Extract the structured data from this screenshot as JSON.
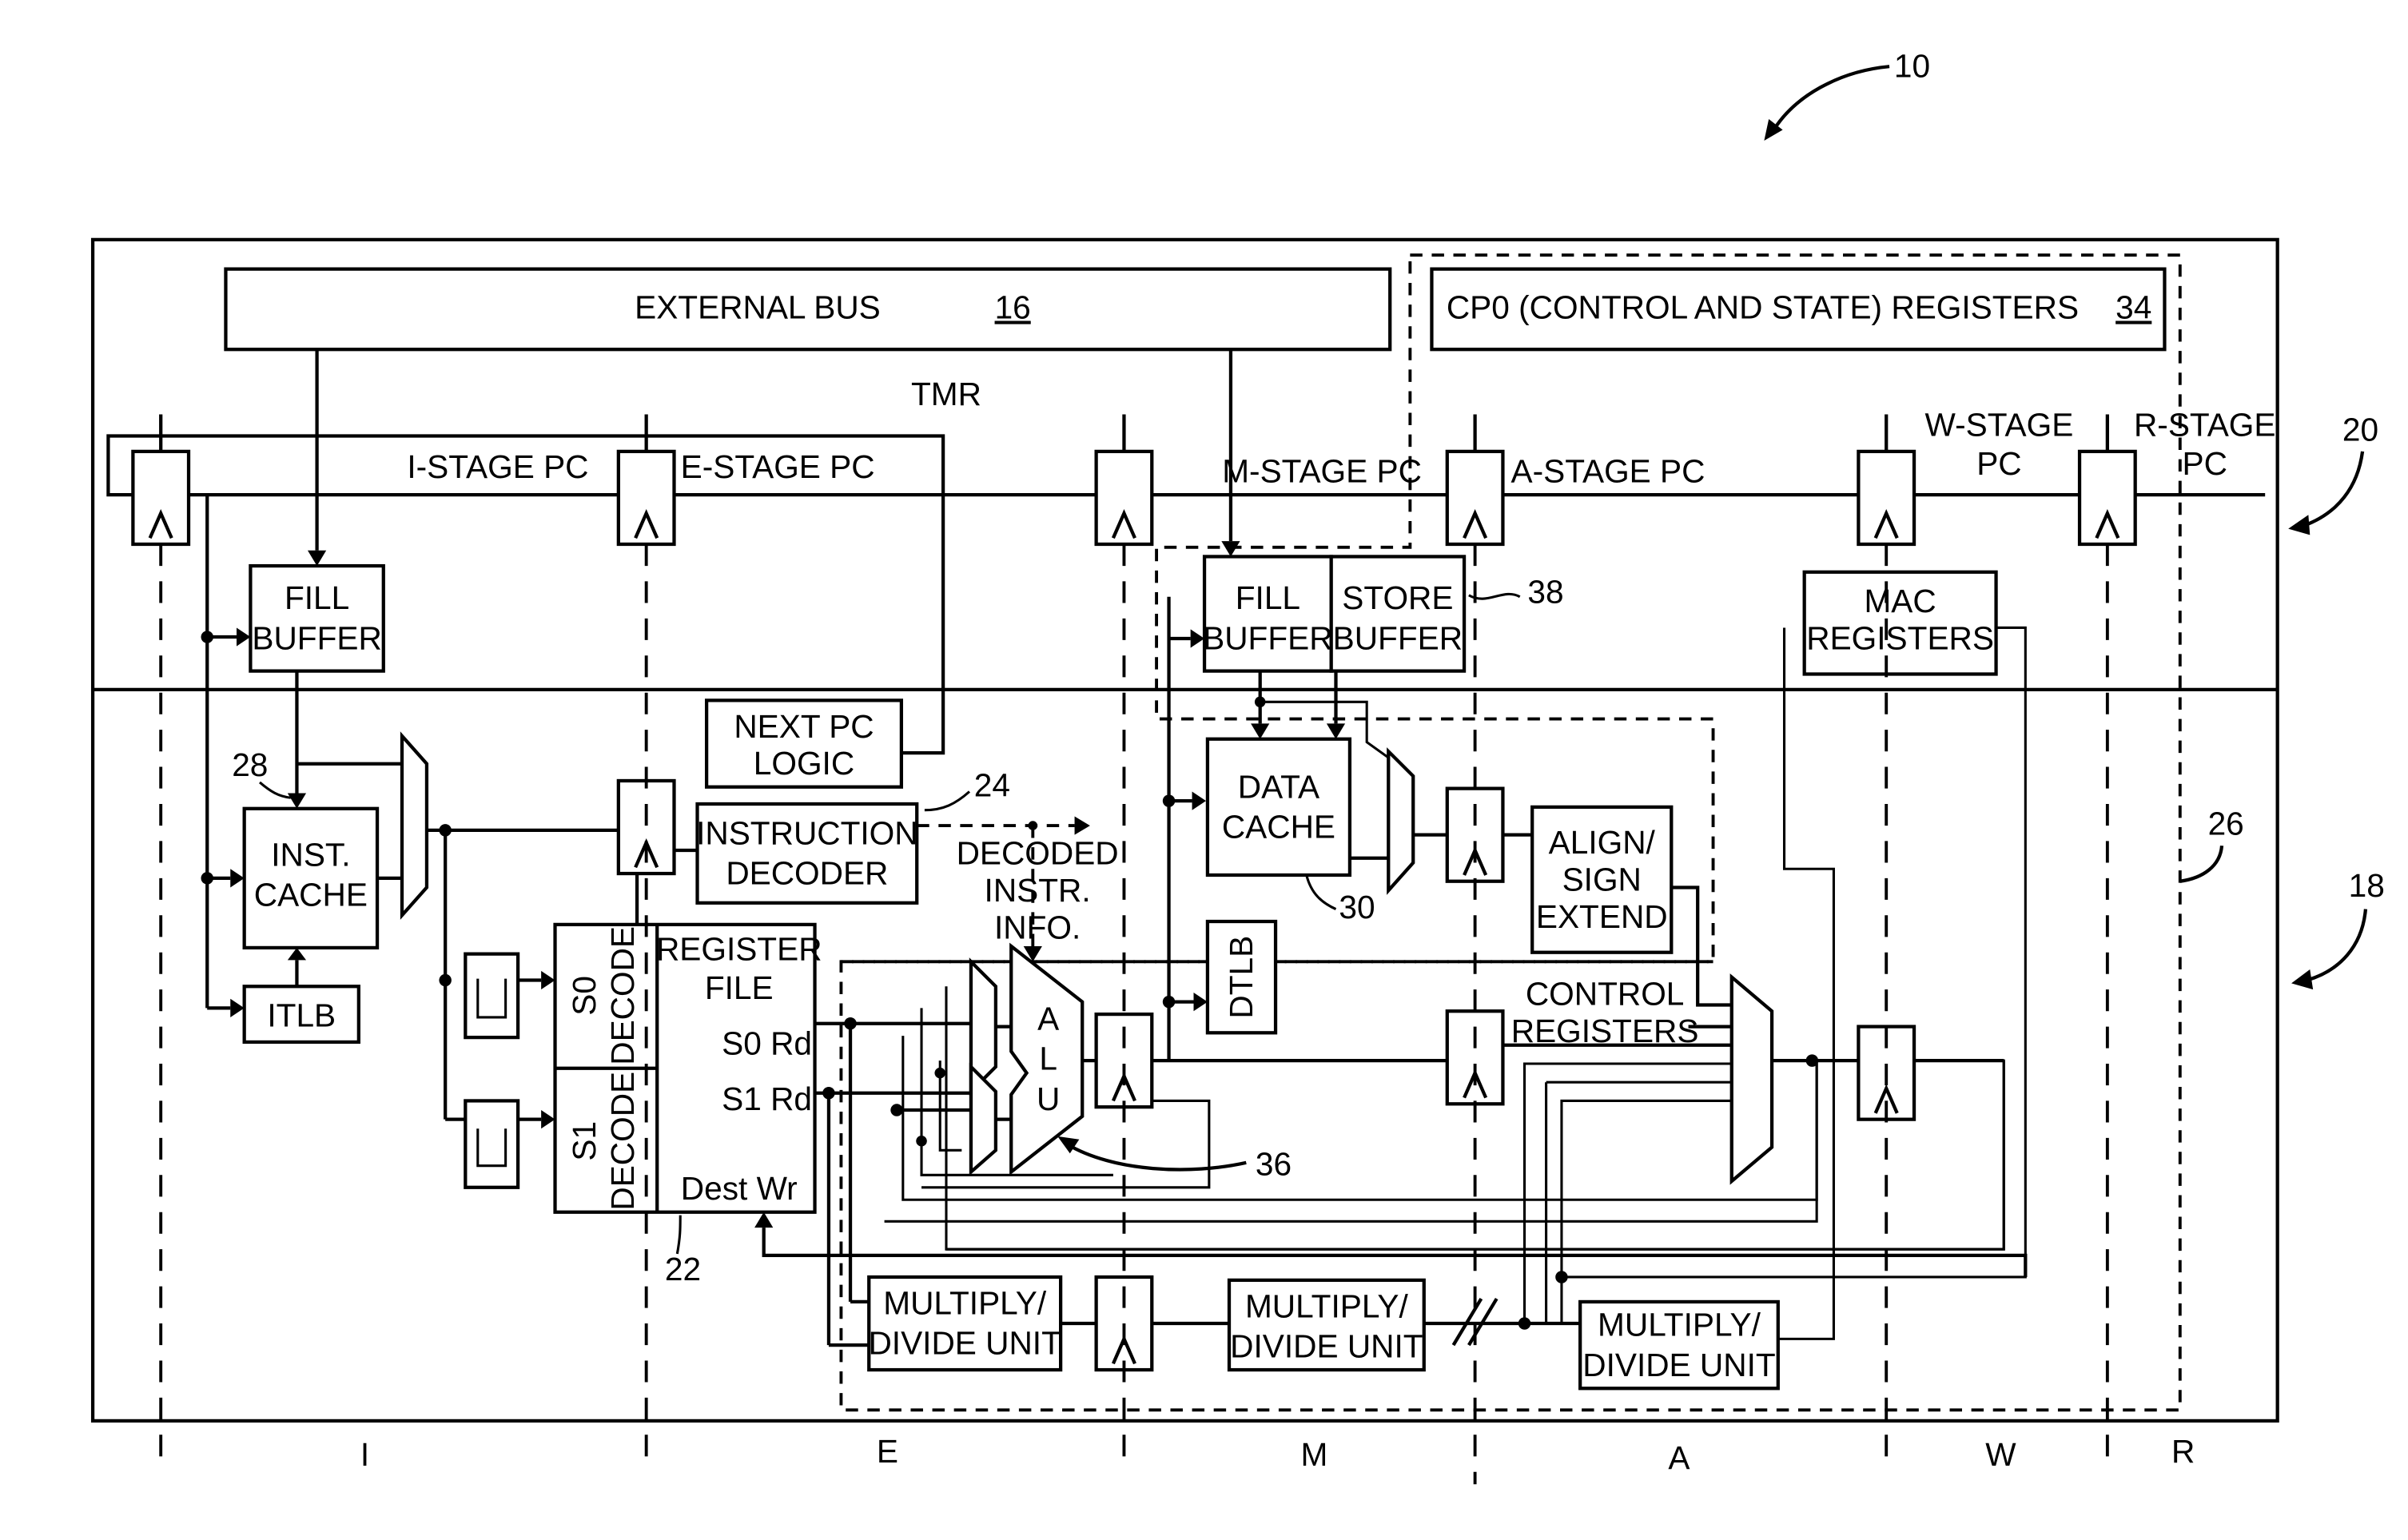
{
  "figure_ref": "10",
  "refs": {
    "top_region": "20",
    "bottom_region": "18",
    "dashed_region": "26",
    "store_buffer": "38",
    "instruction_decoder": "24",
    "inst_cache": "28",
    "data_cache": "30",
    "alu": "36",
    "register_file": "22"
  },
  "external_bus": {
    "label": "EXTERNAL BUS",
    "ref": "16"
  },
  "cp0": {
    "label": "CP0 (CONTROL AND STATE) REGISTERS",
    "ref": "34"
  },
  "tmr_label": "TMR",
  "pc_labels": {
    "i_stage": "I-STAGE PC",
    "e_stage": "E-STAGE PC",
    "m_stage": "M-STAGE PC",
    "a_stage": "A-STAGE PC",
    "w_stage": [
      "W-STAGE",
      "PC"
    ],
    "r_stage": [
      "R-STAGE",
      "PC"
    ]
  },
  "blocks": {
    "fill_buffer_i": [
      "FILL",
      "BUFFER"
    ],
    "fill_buffer_m": [
      "FILL",
      "BUFFER"
    ],
    "store_buffer": [
      "STORE",
      "BUFFER"
    ],
    "mac_registers": [
      "MAC",
      "REGISTERS"
    ],
    "next_pc_logic": [
      "NEXT PC",
      "LOGIC"
    ],
    "inst_cache": [
      "INST.",
      "CACHE"
    ],
    "itlb": "ITLB",
    "instruction_decoder": [
      "INSTRUCTION",
      "DECODER"
    ],
    "decoded_info": [
      "DECODED",
      "INSTR.",
      "INFO."
    ],
    "data_cache": [
      "DATA",
      "CACHE"
    ],
    "align_sign_extend": [
      "ALIGN/",
      "SIGN",
      "EXTEND"
    ],
    "dtlb": "DTLB",
    "control_registers": [
      "CONTROL",
      "REGISTERS"
    ],
    "s0_decode": "S0 DECODE",
    "s1_decode": "S1 DECODE",
    "register_file": [
      "REGISTER",
      "FILE"
    ],
    "s0_rd": "S0 Rd",
    "s1_rd": "S1 Rd",
    "dest_wr": "Dest Wr",
    "alu_letters": [
      "A",
      "L",
      "U"
    ],
    "mdu_e": [
      "MULTIPLY/",
      "DIVIDE UNIT"
    ],
    "mdu_m": [
      "MULTIPLY/",
      "DIVIDE UNIT"
    ],
    "mdu_a": [
      "MULTIPLY/",
      "DIVIDE UNIT"
    ]
  },
  "stages": [
    "I",
    "E",
    "M",
    "A",
    "W",
    "R"
  ]
}
